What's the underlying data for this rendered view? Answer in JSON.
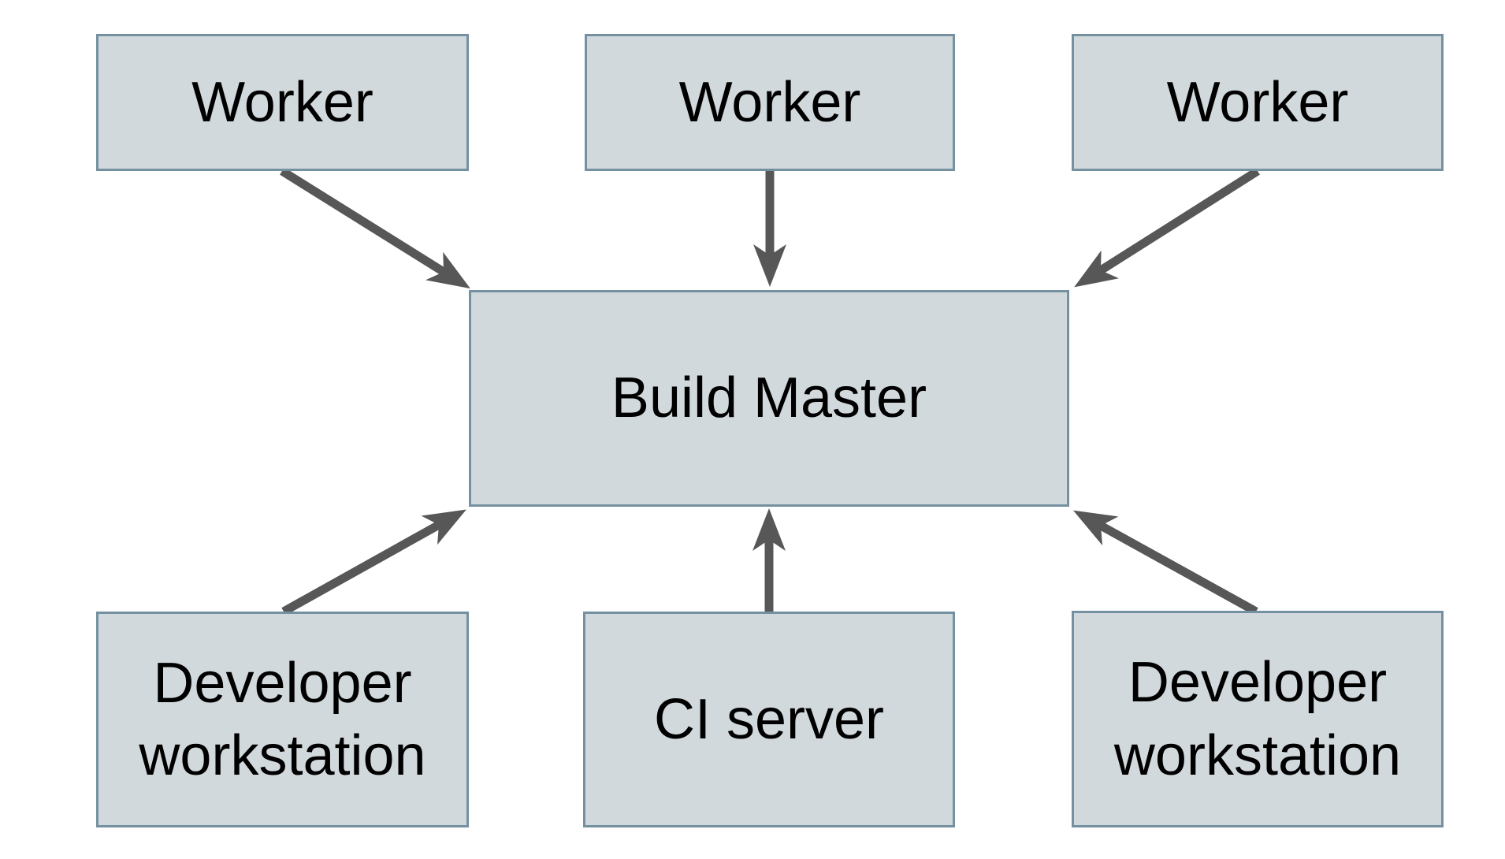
{
  "diagram": {
    "background_color": "#ffffff",
    "node_fill_color": "#d2d9dc",
    "node_border_color": "#7590a0",
    "arrow_color": "#575757",
    "text_color": "#000000",
    "nodes": [
      {
        "id": "worker-1",
        "label": "Worker"
      },
      {
        "id": "worker-2",
        "label": "Worker"
      },
      {
        "id": "worker-3",
        "label": "Worker"
      },
      {
        "id": "build-master",
        "label": "Build Master"
      },
      {
        "id": "developer-workstation-left",
        "label": "Developer workstation"
      },
      {
        "id": "ci-server",
        "label": "CI server"
      },
      {
        "id": "developer-workstation-right",
        "label": "Developer workstation"
      }
    ],
    "edges": [
      {
        "from": "worker-1",
        "to": "build-master"
      },
      {
        "from": "worker-2",
        "to": "build-master"
      },
      {
        "from": "worker-3",
        "to": "build-master"
      },
      {
        "from": "developer-workstation-left",
        "to": "build-master"
      },
      {
        "from": "ci-server",
        "to": "build-master"
      },
      {
        "from": "developer-workstation-right",
        "to": "build-master"
      }
    ]
  }
}
